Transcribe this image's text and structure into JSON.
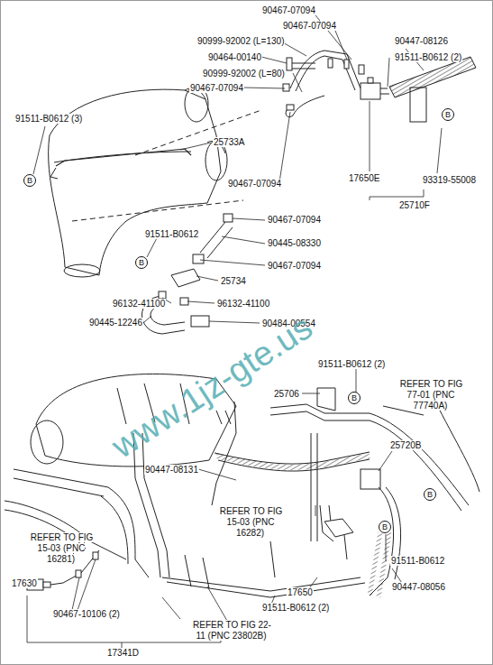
{
  "diagram": {
    "nodes": [
      {
        "text": [
          "B"
        ]
      },
      {
        "text": [
          "B"
        ]
      },
      {
        "text": [
          "B"
        ]
      },
      {
        "text": [
          "B"
        ]
      },
      {
        "text": [
          "B"
        ]
      },
      {
        "text": [
          "B"
        ]
      }
    ],
    "labels": [
      "90467-07094",
      "90467-07094",
      "90447-08126",
      "90999-92002 (L=130)",
      "91511-B0612 (2)",
      "90464-00140",
      "90999-92002 (L=80)",
      "90467-07094",
      "91511-B0612 (3)",
      "25733A",
      "17650E",
      "93319-55008",
      "90467-07094",
      "25710F",
      "90467-07094",
      "91511-B0612",
      "90445-08330",
      "90467-07094",
      "25734",
      "96132-41100",
      "96132-41100",
      "90445-12246",
      "90484-00554",
      "91511-B0612 (2)",
      "REFER TO FIG 77-01 (PNC 77740A)",
      "25706",
      "25720B",
      "90447-08131",
      "REFER TO FIG 15-03 (PNC 16282)",
      "REFER TO FIG 15-03 (PNC 16281)",
      "91511-B0612",
      "17630",
      "17650",
      "90447-08056",
      "91511-B0612 (2)",
      "90467-10106 (2)",
      "REFER TO FIG 22-11 (PNC 23802B)",
      "17341D",
      "www.1jz-gte.us"
    ]
  }
}
